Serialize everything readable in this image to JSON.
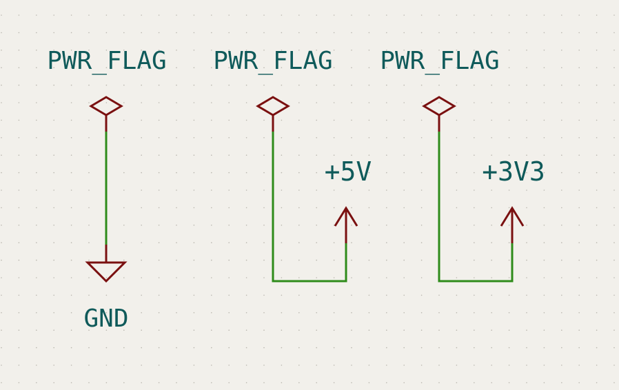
{
  "colors": {
    "background": "#f2f0eb",
    "grid_dot": "#b9b6ae",
    "wire": "#2e8b1a",
    "symbol": "#7a1010",
    "text": "#0f5a5a"
  },
  "symbols": {
    "flag_1": {
      "label": "PWR_FLAG",
      "icon": "pwr-flag-diamond"
    },
    "flag_2": {
      "label": "PWR_FLAG",
      "icon": "pwr-flag-diamond"
    },
    "flag_3": {
      "label": "PWR_FLAG",
      "icon": "pwr-flag-diamond"
    },
    "gnd": {
      "label": "GND",
      "icon": "ground-triangle"
    },
    "p5v": {
      "label": "+5V",
      "icon": "power-arrow-up"
    },
    "p3v3": {
      "label": "+3V3",
      "icon": "power-arrow-up"
    }
  }
}
